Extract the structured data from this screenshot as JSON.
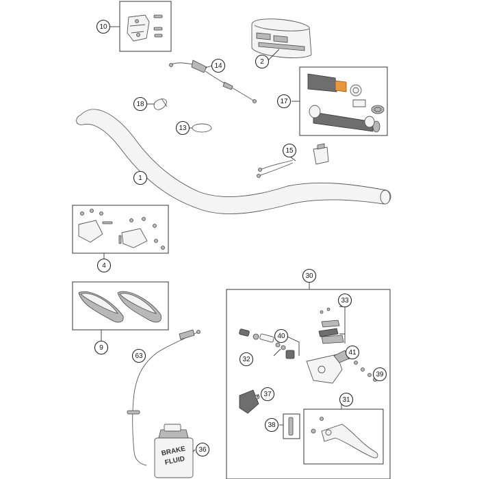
{
  "diagram": {
    "callouts": [
      {
        "id": "10",
        "label": "10"
      },
      {
        "id": "2",
        "label": "2"
      },
      {
        "id": "14",
        "label": "14"
      },
      {
        "id": "17",
        "label": "17"
      },
      {
        "id": "18",
        "label": "18"
      },
      {
        "id": "13",
        "label": "13"
      },
      {
        "id": "15",
        "label": "15"
      },
      {
        "id": "1",
        "label": "1"
      },
      {
        "id": "4",
        "label": "4"
      },
      {
        "id": "30",
        "label": "30"
      },
      {
        "id": "33",
        "label": "33"
      },
      {
        "id": "40",
        "label": "40"
      },
      {
        "id": "41",
        "label": "41"
      },
      {
        "id": "32",
        "label": "32"
      },
      {
        "id": "39",
        "label": "39"
      },
      {
        "id": "9",
        "label": "9"
      },
      {
        "id": "63",
        "label": "63"
      },
      {
        "id": "37",
        "label": "37"
      },
      {
        "id": "31",
        "label": "31"
      },
      {
        "id": "38",
        "label": "38"
      },
      {
        "id": "36",
        "label": "36"
      }
    ],
    "bottle_label_line1": "BRAKE",
    "bottle_label_line2": "FLUID"
  }
}
